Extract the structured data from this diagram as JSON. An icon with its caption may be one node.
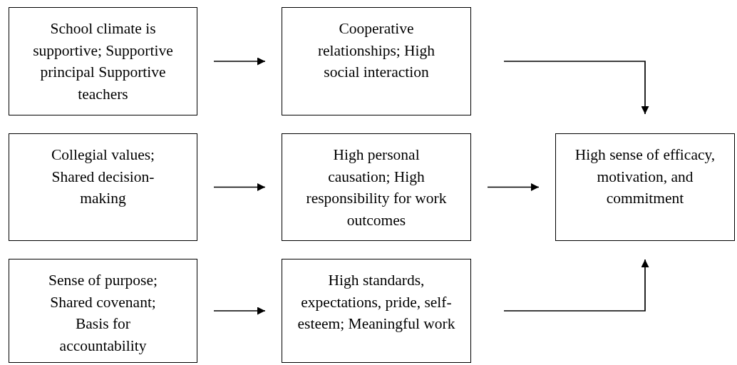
{
  "diagram": {
    "nodes": [
      {
        "text": [
          "School climate is supportive; Supportive principal Supportive teachers"
        ]
      },
      {
        "text": [
          "Cooperative relationships; High social interaction"
        ]
      },
      {
        "text": [
          "Collegial values; Shared decision-making"
        ]
      },
      {
        "text": [
          "High personal causation; High responsibility for work outcomes"
        ]
      },
      {
        "text": [
          "High sense of efficacy, motivation, and commitment"
        ]
      },
      {
        "text": [
          "Sense of purpose; Shared covenant; Basis for accountability"
        ]
      },
      {
        "text": [
          "High standards, expectations, pride, self-esteem; Meaningful work"
        ]
      }
    ],
    "edges": [
      {
        "from": 0,
        "to": 1,
        "arrow": "to"
      },
      {
        "from": 1,
        "to": 4,
        "arrow": "to"
      },
      {
        "from": 2,
        "to": 3,
        "arrow": "to"
      },
      {
        "from": 3,
        "to": 4,
        "arrow": "to"
      },
      {
        "from": 5,
        "to": 6,
        "arrow": "to"
      },
      {
        "from": 6,
        "to": 4,
        "arrow": "to"
      }
    ]
  }
}
